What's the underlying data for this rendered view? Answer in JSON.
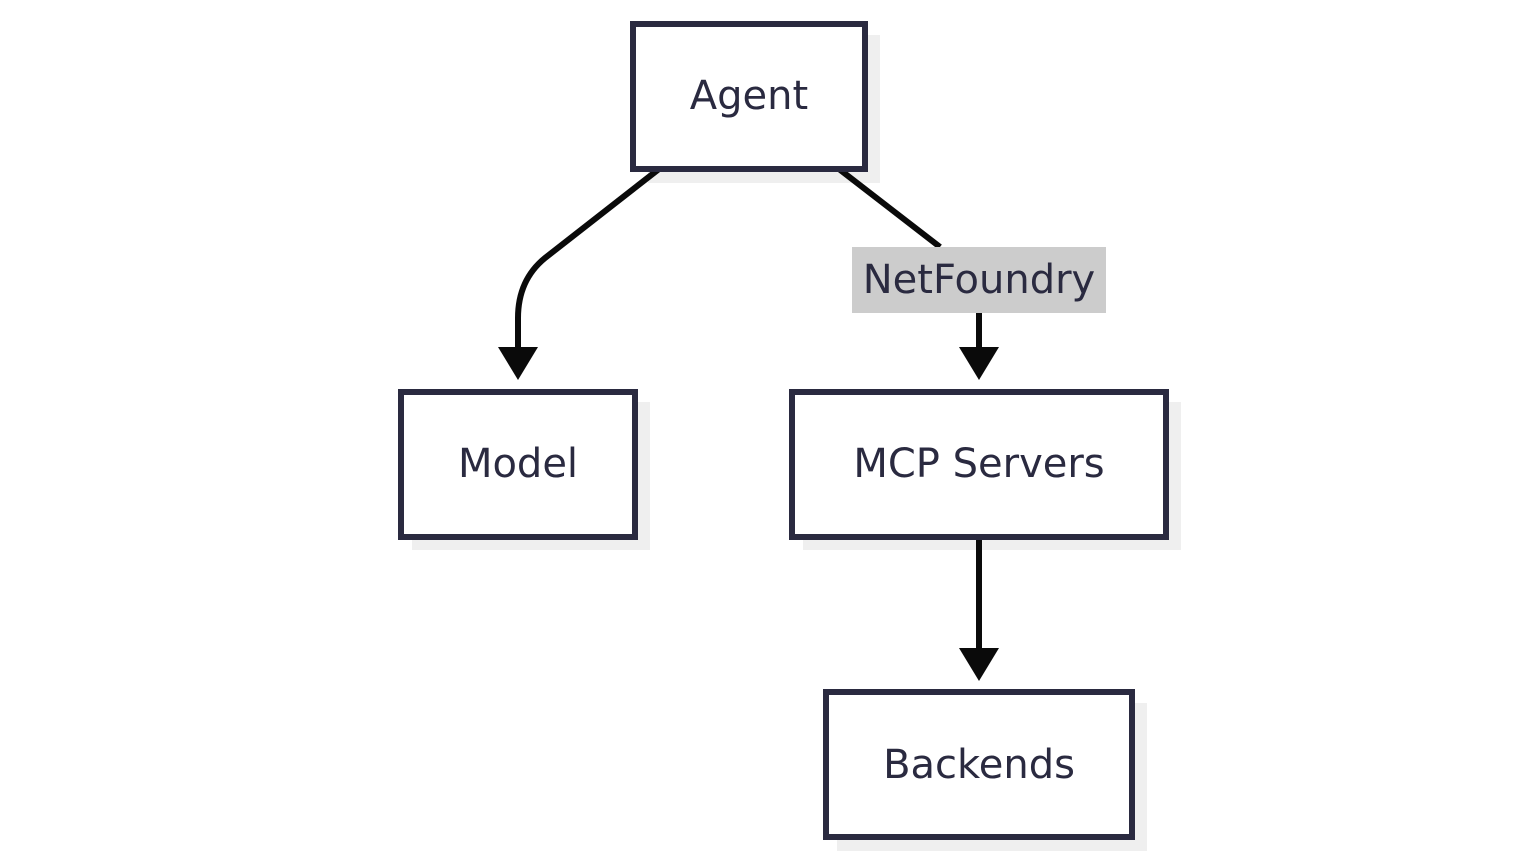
{
  "nodes": {
    "agent": {
      "label": "Agent"
    },
    "model": {
      "label": "Model"
    },
    "mcp_servers": {
      "label": "MCP Servers"
    },
    "backends": {
      "label": "Backends"
    }
  },
  "edges": {
    "agent_to_mcp": {
      "label": "NetFoundry"
    }
  },
  "colors": {
    "node_border": "#2a2a40",
    "node_fill": "#ffffff",
    "node_shadow": "#efefef",
    "edge": "#0a0a0a",
    "edge_label_bg": "#cccccc",
    "text": "#2a2a40"
  }
}
